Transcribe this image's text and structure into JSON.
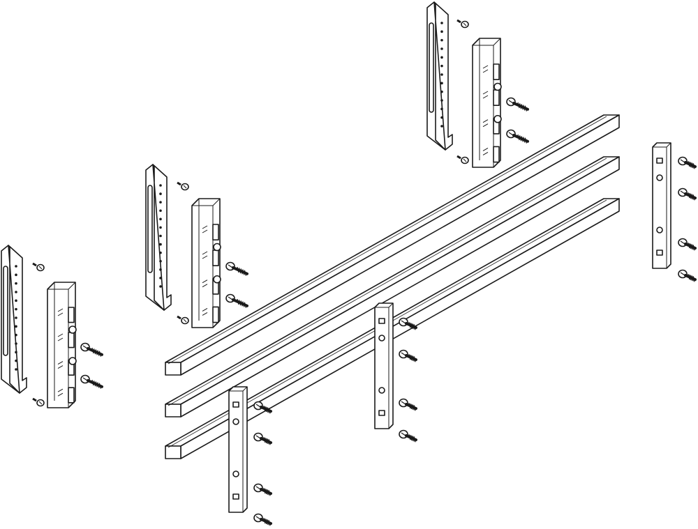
{
  "colors": {
    "line": "#1a1a1a",
    "fill": "#ffffff",
    "background": "#ffffff"
  },
  "parts": {
    "busbars": 3,
    "mounting_brackets": 3,
    "busbar_holders": 3,
    "spacer_strips": 3
  }
}
